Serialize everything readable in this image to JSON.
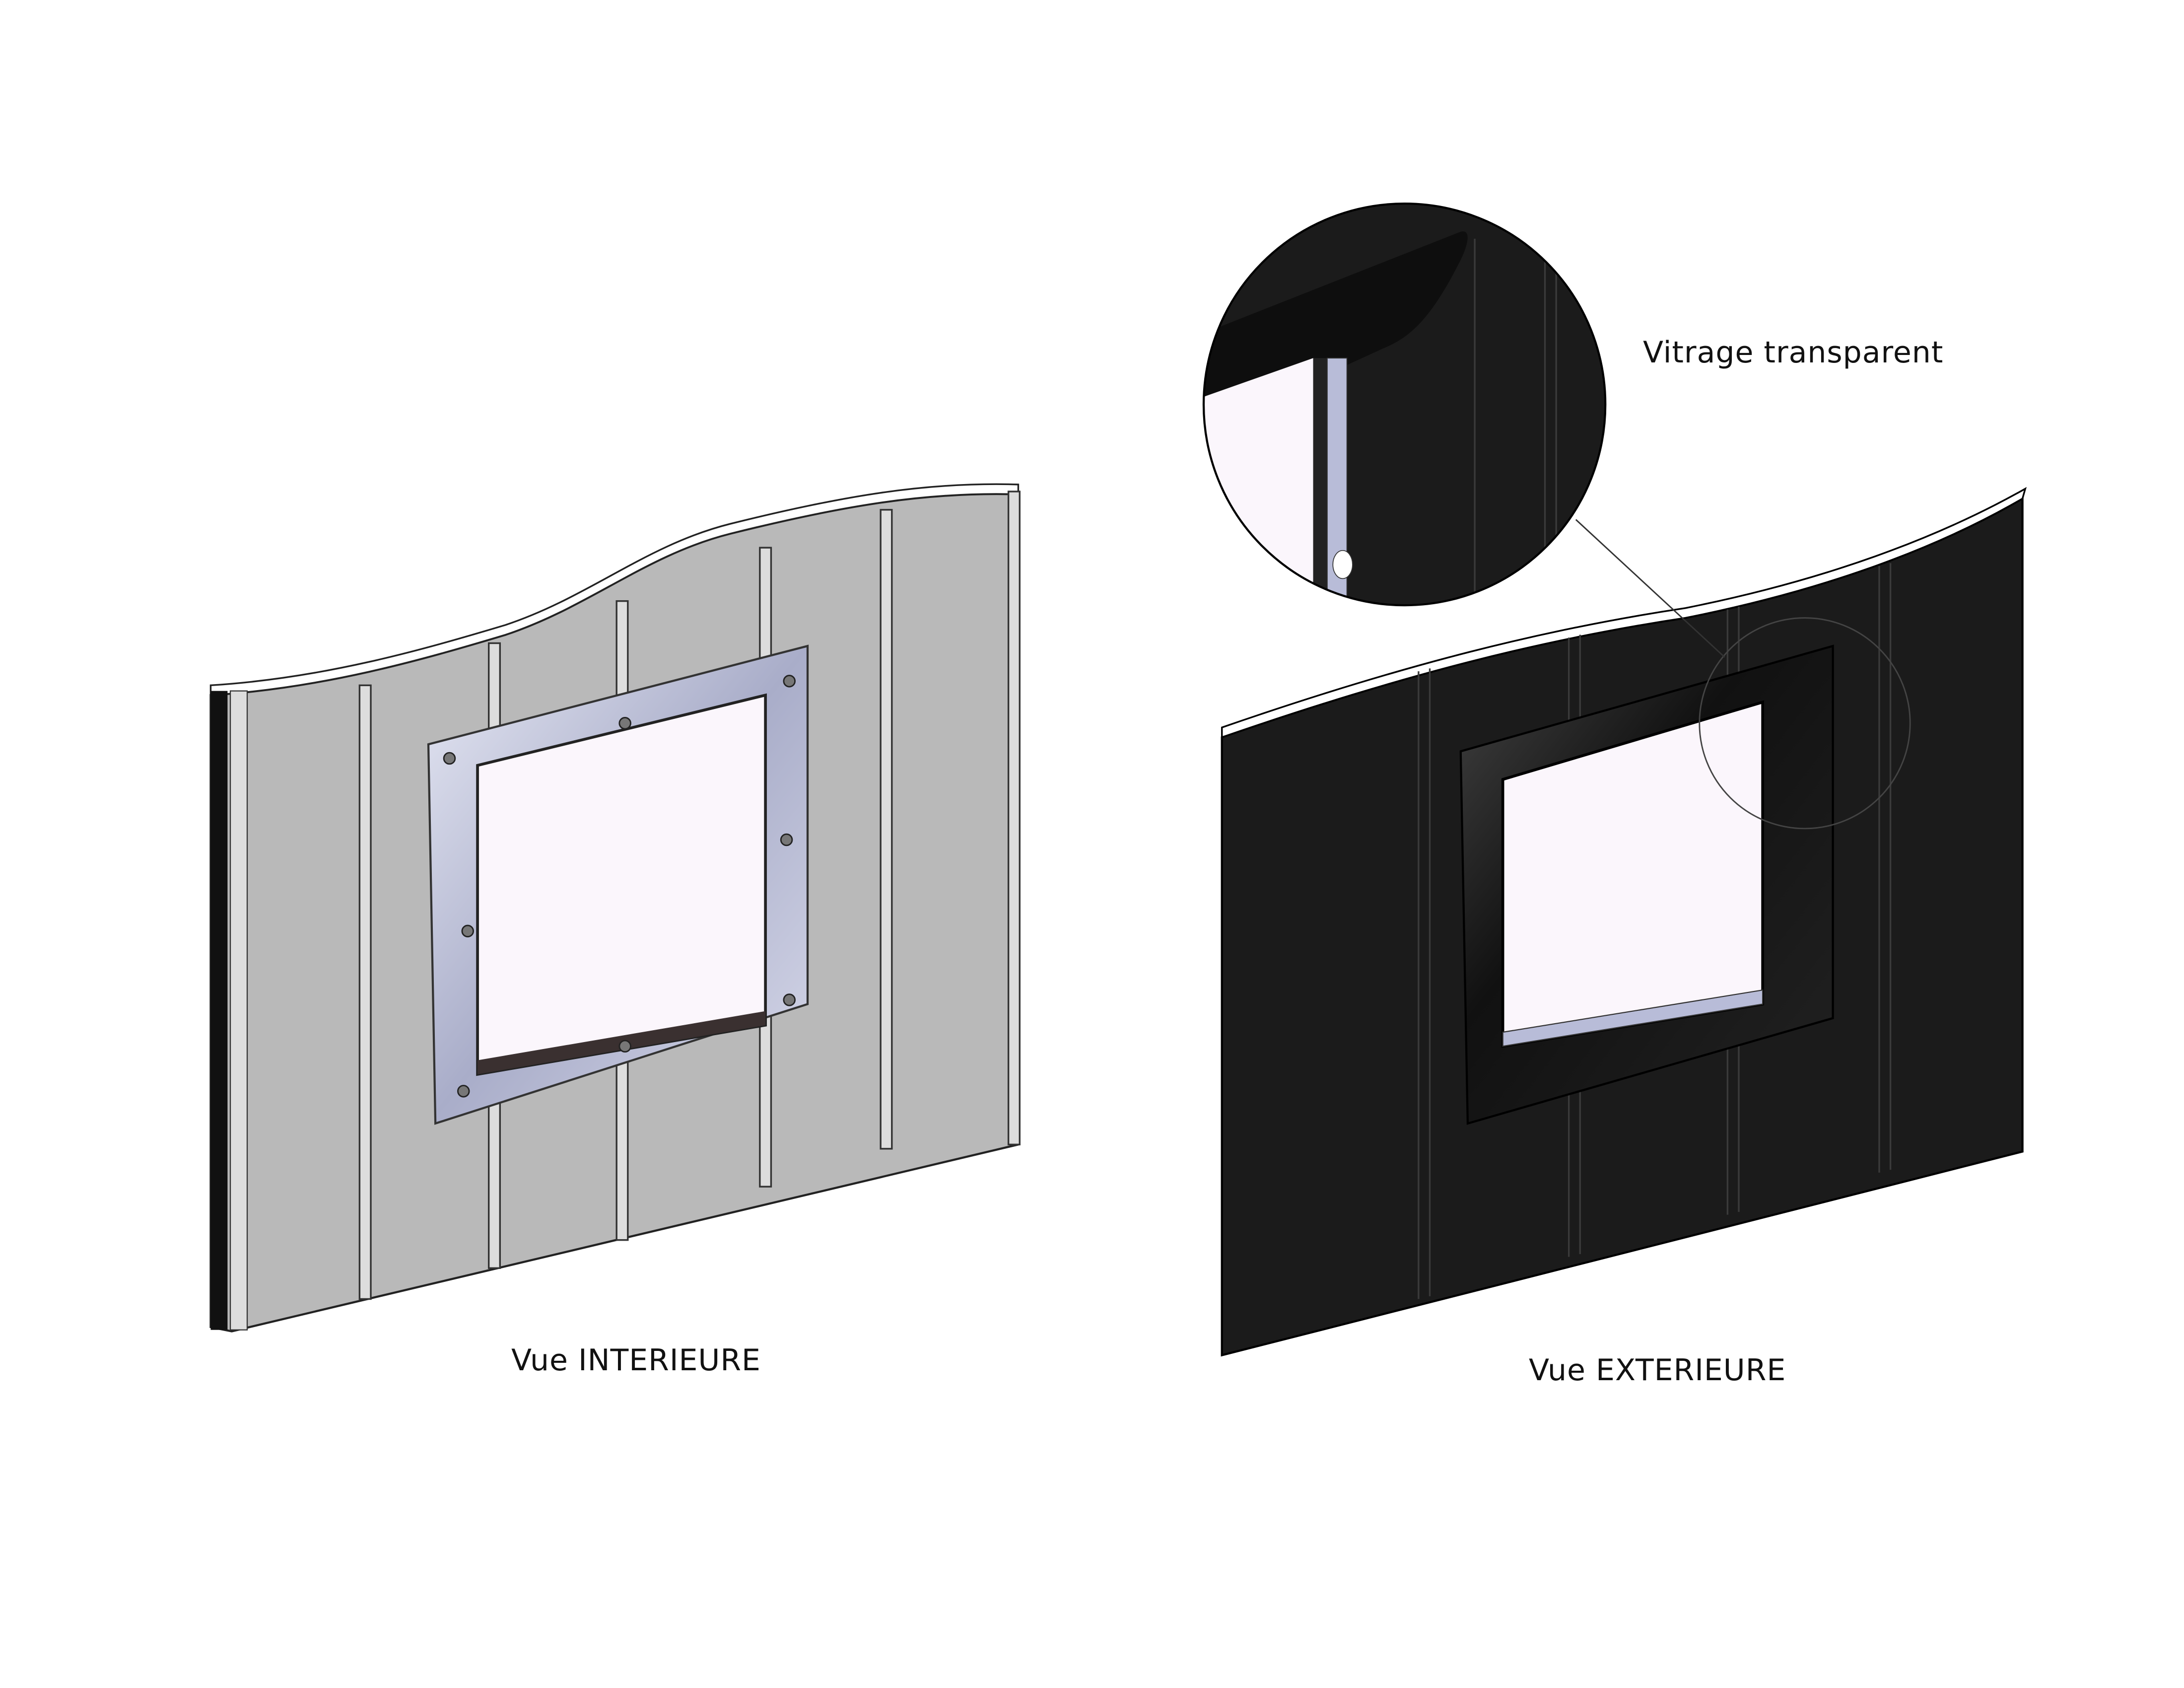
{
  "labels": {
    "interior_view": "Vue INTERIEURE",
    "exterior_view": "Vue EXTERIEURE",
    "detail_callout": "Vitrage transparent"
  },
  "colors": {
    "interior_panel": "#b9b9b9",
    "exterior_panel": "#1b1b1b",
    "frame": "#b8bcd8",
    "glass": "#fbf6fc"
  }
}
